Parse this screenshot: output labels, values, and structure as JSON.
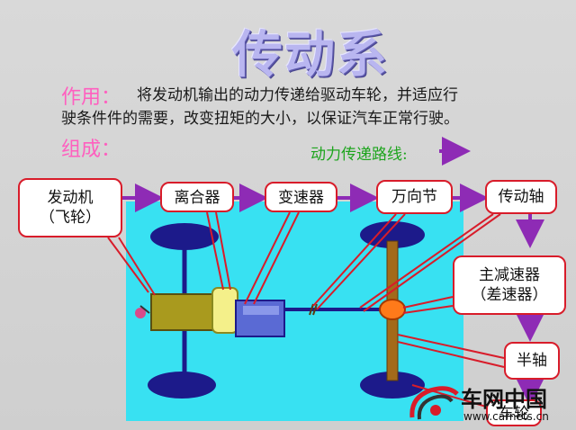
{
  "title": "传动系",
  "purpose": {
    "label": "作用：",
    "text_line1": "将发动机输出的动力传递给驱动车轮，并适应行",
    "text_line2": "驶条件件的需要，改变扭矩的大小，以保证汽车正常行驶。"
  },
  "composition": {
    "label": "组成："
  },
  "route_label": "动力传递路线:",
  "components": {
    "engine_line1": "发动机",
    "engine_line2": "（飞轮）",
    "clutch": "离合器",
    "gearbox": "变速器",
    "universal_joint": "万向节",
    "drive_shaft": "传动轴",
    "final_drive_line1": "主减速器",
    "final_drive_line2": "（差速器）",
    "half_shaft": "半轴",
    "wheel": "车轮"
  },
  "logo": {
    "name": "车网中国",
    "url": "www.carnets.cn"
  },
  "colors": {
    "arrow": "#8e2bb5",
    "box_border": "#d81c2a",
    "chassis": "#38e1f2",
    "title": "#b9b6f0"
  }
}
